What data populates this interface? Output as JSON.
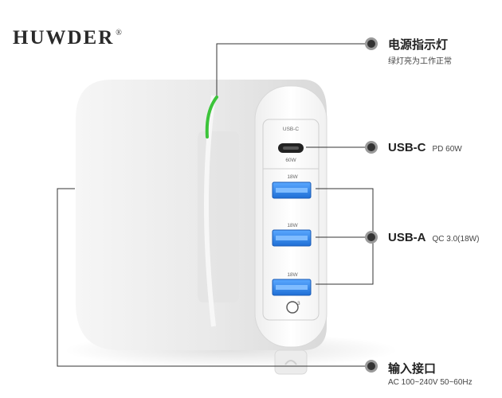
{
  "brand": {
    "name": "HUWDER",
    "reg": "®"
  },
  "callouts": {
    "indicator": {
      "title": "电源指示灯",
      "subtitle": "绿灯亮为工作正常"
    },
    "usbc": {
      "title": "USB-C",
      "spec": "PD 60W"
    },
    "usba": {
      "title": "USB-A",
      "spec": "QC 3.0(18W)"
    },
    "input": {
      "title": "输入接口",
      "spec": "AC 100~240V  50~60Hz"
    }
  },
  "device": {
    "usbc_header": "USB-C",
    "usbc_rating": "60W",
    "usba_ratings": [
      "18W",
      "18W",
      "18W"
    ],
    "qc_badge": "3",
    "indicator_color": "#3cc43a"
  }
}
